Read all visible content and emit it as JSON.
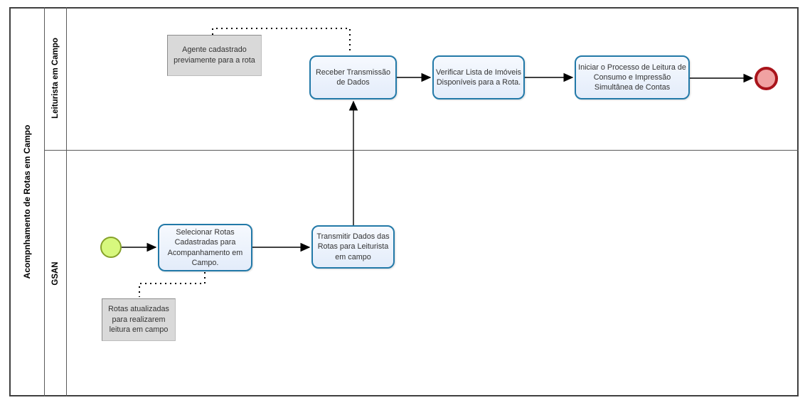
{
  "diagram": {
    "pool_title": "Acompnhamento de Rotas em Campo",
    "lanes": [
      {
        "label": "Leiturista em Campo"
      },
      {
        "label": "GSAN"
      }
    ],
    "tasks": {
      "receber": "Receber Transmissão de Dados",
      "verificar": "Verificar Lista de Imóveis Disponíveis para a Rota.",
      "iniciar": "Iniciar o Processo de Leitura de Consumo e Impressão Simultânea de Contas",
      "selecionar": "Selecionar Rotas Cadastradas para Acompanhamento em Campo.",
      "transmitir": "Transmitir Dados das Rotas para Leiturista em campo"
    },
    "annotations": {
      "agente": "Agente cadastrado previamente para a rota",
      "rotas": "Rotas atualizadas para realizarem leitura em campo"
    },
    "colors": {
      "task_border": "#2279a8",
      "task_fill": "#e9effb",
      "start_border": "#86a22a",
      "start_fill": "#d7f87e",
      "end_border": "#a9141b",
      "end_fill": "#f0a2a2",
      "annotation_fill": "#d9d9d9",
      "connector": "#000000",
      "lane_border": "#5a5a5a"
    }
  }
}
